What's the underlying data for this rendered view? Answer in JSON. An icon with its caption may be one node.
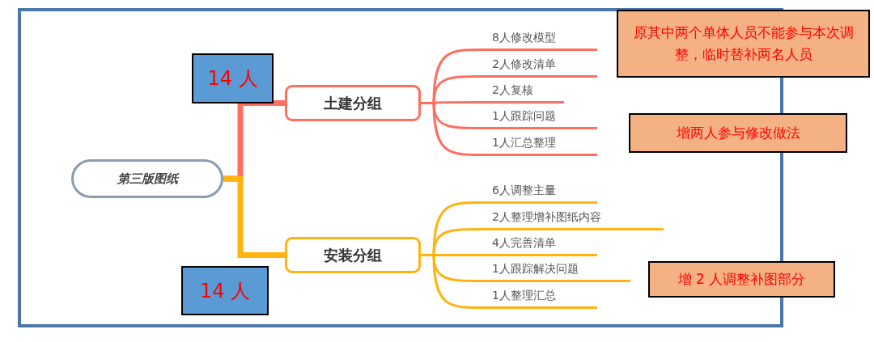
{
  "diagram": {
    "nodes": [
      {
        "text": [
          "第三版图纸"
        ]
      },
      {
        "text": [
          "土建分组"
        ]
      },
      {
        "text": [
          "8人修改模型"
        ]
      },
      {
        "text": [
          "2人修改清单"
        ]
      },
      {
        "text": [
          "2人复核"
        ]
      },
      {
        "text": [
          "1人跟踪问题"
        ]
      },
      {
        "text": [
          "1人汇总整理"
        ]
      },
      {
        "text": [
          "安装分组"
        ]
      },
      {
        "text": [
          "6人调整主量"
        ]
      },
      {
        "text": [
          "2人整理增补图纸内容"
        ]
      },
      {
        "text": [
          "4人完善清单"
        ]
      },
      {
        "text": [
          "1人跟踪解决问题"
        ]
      },
      {
        "text": [
          "1人整理汇总"
        ]
      },
      {
        "text": [
          "14 人"
        ]
      },
      {
        "text": [
          "14 人"
        ]
      },
      {
        "text": [
          "原其中两个单体人员不能参与本次调整，临时替补两名人员"
        ]
      },
      {
        "text": [
          "增两人参与修改做法"
        ]
      },
      {
        "text": [
          "增 2 人调整补图部分"
        ]
      }
    ],
    "edges": [
      {
        "from": 0,
        "to": 1,
        "arrow": "none",
        "style": "thick",
        "color": "#ff6f61"
      },
      {
        "from": 0,
        "to": 7,
        "arrow": "none",
        "style": "thick",
        "color": "#ffb30f"
      },
      {
        "from": 1,
        "to": 2,
        "arrow": "none",
        "color": "#ff6f61"
      },
      {
        "from": 1,
        "to": 3,
        "arrow": "none",
        "color": "#ff6f61"
      },
      {
        "from": 1,
        "to": 4,
        "arrow": "none",
        "color": "#ff6f61"
      },
      {
        "from": 1,
        "to": 5,
        "arrow": "none",
        "color": "#ff6f61"
      },
      {
        "from": 1,
        "to": 6,
        "arrow": "none",
        "color": "#ff6f61"
      },
      {
        "from": 7,
        "to": 8,
        "arrow": "none",
        "color": "#ffb30f"
      },
      {
        "from": 7,
        "to": 9,
        "arrow": "none",
        "color": "#ffb30f"
      },
      {
        "from": 7,
        "to": 10,
        "arrow": "none",
        "color": "#ffb30f"
      },
      {
        "from": 7,
        "to": 11,
        "arrow": "none",
        "color": "#ffb30f"
      },
      {
        "from": 7,
        "to": 12,
        "arrow": "none",
        "color": "#ffb30f"
      }
    ]
  }
}
